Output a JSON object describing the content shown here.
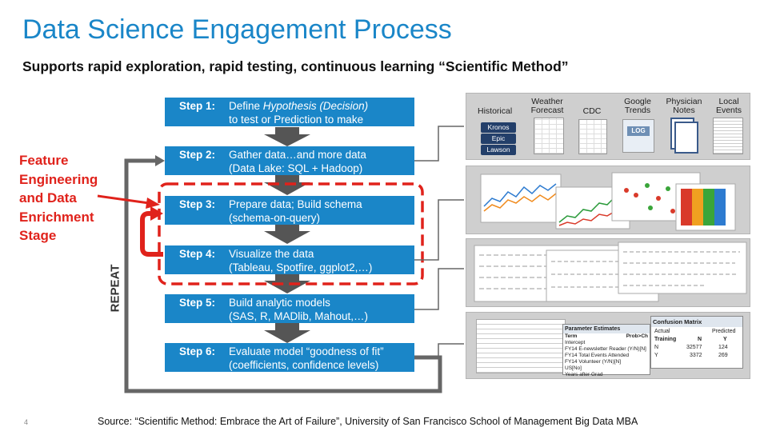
{
  "title": "Data Science Engagement Process",
  "subtitle": "Supports rapid exploration, rapid testing, continuous learning “Scientific Method”",
  "steps": [
    {
      "num": "Step 1:",
      "line1_pre": "Define ",
      "line1_em": "Hypothesis (Decision)",
      "line2": "to test or Prediction to make"
    },
    {
      "num": "Step 2:",
      "line1": "Gather data…and more data",
      "line2": "(Data Lake: SQL + Hadoop)"
    },
    {
      "num": "Step 3:",
      "line1": "Prepare data; Build schema",
      "line2": "(schema-on-query)"
    },
    {
      "num": "Step 4:",
      "line1": "Visualize the data",
      "line2": "(Tableau, Spotfire, ggplot2,…)"
    },
    {
      "num": "Step 5:",
      "line1": "Build analytic models",
      "line2": "(SAS, R, MADlib, Mahout,…)"
    },
    {
      "num": "Step 6:",
      "line1": "Evaluate model “goodness of fit”",
      "line2": "(coefficients, confidence levels)"
    }
  ],
  "feature_label": [
    "Feature",
    "Engineering",
    "and Data",
    "Enrichment",
    "Stage"
  ],
  "repeat_label": "REPEAT",
  "sources": {
    "historical": "Historical",
    "kronos": [
      "Kronos",
      "Epic",
      "Lawson"
    ],
    "weather": [
      "Weather",
      "Forecast"
    ],
    "cdc": "CDC",
    "google": [
      "Google",
      "Trends"
    ],
    "log": "LOG",
    "physician": [
      "Physician",
      "Notes"
    ],
    "local": [
      "Local",
      "Events"
    ]
  },
  "param_table": {
    "title": "Parameter Estimates",
    "header": [
      "Term",
      "Prob>Ch"
    ],
    "rows": [
      "Intercept",
      "FY14 E-newsletter Reader (Y/N)[N]",
      "FY14 Total Events Attended",
      "FY14 Volunteer (Y/N)[N]",
      "US[No]",
      "Years after Grad"
    ]
  },
  "confusion": {
    "title": "Confusion Matrix",
    "actual": "Actual",
    "predicted": "Predicted",
    "training": "Training",
    "cols": [
      "N",
      "Y"
    ],
    "rows": [
      {
        "label": "N",
        "values": [
          "32577",
          "124"
        ]
      },
      {
        "label": "Y",
        "values": [
          "3372",
          "269"
        ]
      }
    ]
  },
  "page_number": "4",
  "source": "Source: “Scientific Method: Embrace the Art of Failure”, University of San Francisco School of Management Big Data MBA",
  "colors": {
    "blue": "#1a86c8",
    "red": "#e0221b",
    "gray_arrow": "#555555",
    "navy": "#233f6a"
  }
}
